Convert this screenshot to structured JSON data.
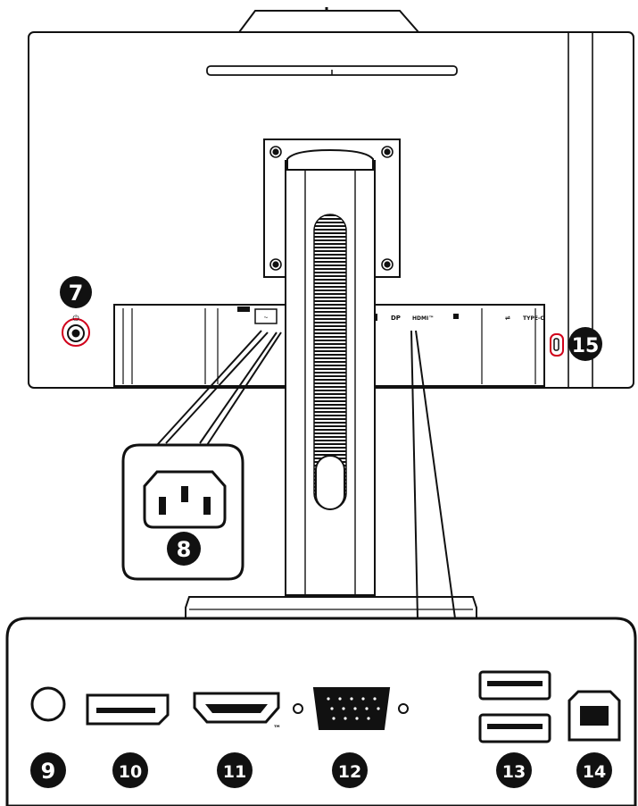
{
  "callouts": {
    "c7": "7",
    "c8": "8",
    "c9": "9",
    "c10": "10",
    "c11": "11",
    "c12": "12",
    "c13": "13",
    "c14": "14",
    "c15": "15"
  },
  "port_labels": {
    "dp": "DP",
    "hdmi": "HDMI™",
    "typec": "TYPE-C",
    "hdmi_tm": "™"
  },
  "colors": {
    "line": "#111111",
    "highlight": "#d0021b",
    "badge": "#111111"
  }
}
